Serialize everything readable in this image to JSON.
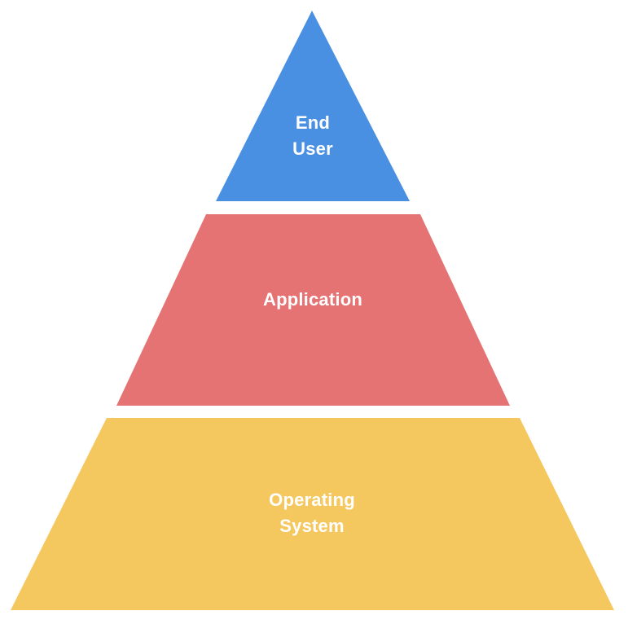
{
  "diagram": {
    "type": "pyramid",
    "title": "",
    "background_color": "#FFFFFF",
    "text_color": "#FFFFFF",
    "layers": [
      {
        "id": "end-user",
        "label": "End\nUser",
        "color": "#4A90E2",
        "position": "top"
      },
      {
        "id": "application",
        "label": "Application",
        "color": "#E57373",
        "position": "middle"
      },
      {
        "id": "operating-system",
        "label": "Operating\nSystem",
        "color": "#F5C85F",
        "position": "bottom"
      }
    ]
  }
}
